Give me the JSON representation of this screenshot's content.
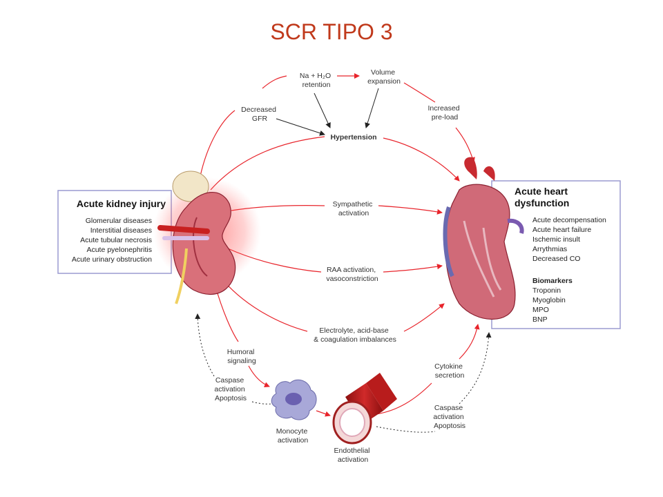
{
  "title": "SCR TIPO 3",
  "colors": {
    "title": "#c0391b",
    "arrow": "#e8242b",
    "dashed": "#222222",
    "box_border": "#9a9ad0"
  },
  "left_box": {
    "title": "Acute kidney injury",
    "items": [
      "Glomerular diseases",
      "Interstitial diseases",
      "Acute tubular necrosis",
      "Acute pyelonephritis",
      "Acute urinary obstruction"
    ]
  },
  "right_box": {
    "title_lines": [
      "Acute heart",
      "dysfunction"
    ],
    "items": [
      "Acute decompensation",
      "Acute heart failure",
      "Ischemic insult",
      "Arrythmias",
      "Decreased CO"
    ],
    "biomarkers_title": "Biomarkers",
    "biomarkers": [
      "Troponin",
      "Myoglobin",
      "MPO",
      "BNP"
    ]
  },
  "labels": {
    "na_retention": [
      "Na + H₂O",
      "retention"
    ],
    "volume_expansion": [
      "Volume",
      "expansion"
    ],
    "decreased_gfr": [
      "Decreased",
      "GFR"
    ],
    "increased_preload": [
      "Increased",
      "pre-load"
    ],
    "hypertension": "Hypertension",
    "sympathetic": [
      "Sympathetic",
      "activation"
    ],
    "raa": [
      "RAA activation,",
      "vasoconstriction"
    ],
    "electrolyte": [
      "Electrolyte, acid-base",
      "& coagulation imbalances"
    ],
    "humoral": [
      "Humoral",
      "signaling"
    ],
    "caspase_left": [
      "Caspase",
      "activation",
      "Apoptosis"
    ],
    "monocyte": [
      "Monocyte",
      "activation"
    ],
    "endothelial": [
      "Endothelial",
      "activation"
    ],
    "cytokine": [
      "Cytokine",
      "secretion"
    ],
    "caspase_right": [
      "Caspase",
      "activation",
      "Apoptosis"
    ]
  }
}
